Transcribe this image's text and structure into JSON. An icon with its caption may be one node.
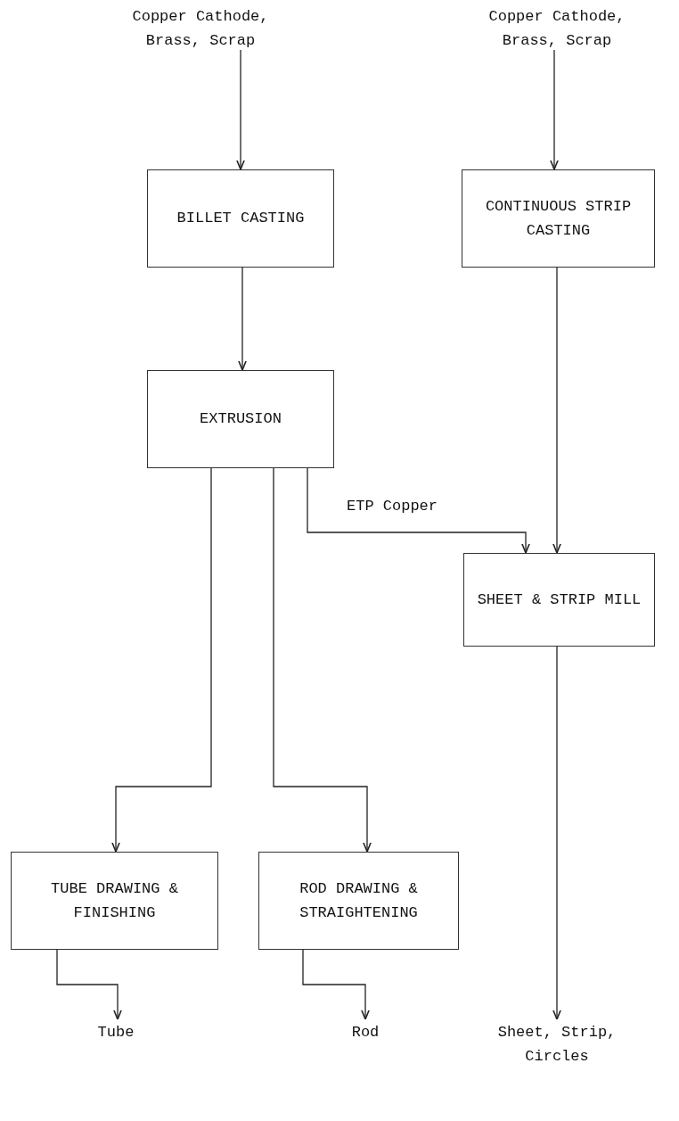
{
  "diagram": {
    "nodes": [
      {
        "text": [
          "Copper Cathode, Brass, Scrap"
        ]
      },
      {
        "text": [
          "Copper Cathode, Brass, Scrap"
        ]
      },
      {
        "text": [
          "BILLET CASTING"
        ]
      },
      {
        "text": [
          "CONTINUOUS STRIP CASTING"
        ]
      },
      {
        "text": [
          "EXTRUSION"
        ]
      },
      {
        "text": [
          "SHEET & STRIP MILL"
        ]
      },
      {
        "text": [
          "TUBE DRAWING & FINISHING"
        ]
      },
      {
        "text": [
          "ROD DRAWING & STRAIGHTENING"
        ]
      },
      {
        "text": [
          "Tube"
        ]
      },
      {
        "text": [
          "Rod"
        ]
      },
      {
        "text": [
          "Sheet, Strip, Circles"
        ]
      }
    ],
    "edges": [
      {
        "from": 0,
        "to": 2,
        "arrow": "to"
      },
      {
        "from": 1,
        "to": 3,
        "arrow": "to"
      },
      {
        "from": 2,
        "to": 4,
        "arrow": "to"
      },
      {
        "from": 4,
        "to": 5,
        "arrow": "to",
        "label": "ETP Copper"
      },
      {
        "from": 3,
        "to": 5,
        "arrow": "to"
      },
      {
        "from": 4,
        "to": 6,
        "arrow": "to"
      },
      {
        "from": 4,
        "to": 7,
        "arrow": "to"
      },
      {
        "from": 6,
        "to": 8,
        "arrow": "to"
      },
      {
        "from": 7,
        "to": 9,
        "arrow": "to"
      },
      {
        "from": 5,
        "to": 10,
        "arrow": "to"
      }
    ]
  }
}
